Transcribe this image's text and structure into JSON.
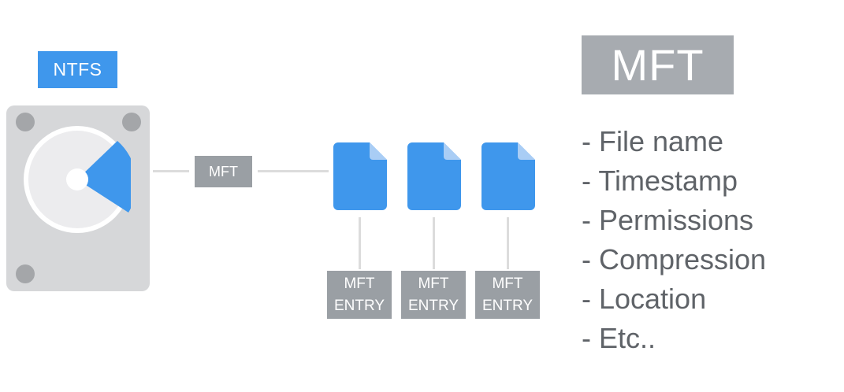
{
  "ntfs_label": "NTFS",
  "mft_chip_label": "MFT",
  "entries": [
    {
      "line1": "MFT",
      "line2": "ENTRY"
    },
    {
      "line1": "MFT",
      "line2": "ENTRY"
    },
    {
      "line1": "MFT",
      "line2": "ENTRY"
    }
  ],
  "mft_panel": {
    "title": "MFT",
    "attributes": [
      "- File name",
      "- Timestamp",
      "- Permissions",
      "- Compression",
      "- Location",
      "- Etc.."
    ]
  },
  "colors": {
    "accent_blue": "#3f97ec",
    "doc_blue": "#3f97ec",
    "doc_fold": "#a9cdf5",
    "chip_gray": "#9a9fa4",
    "title_gray": "#a7abb0",
    "drive_gray": "#d6d7d9",
    "text_gray": "#5f6368"
  }
}
